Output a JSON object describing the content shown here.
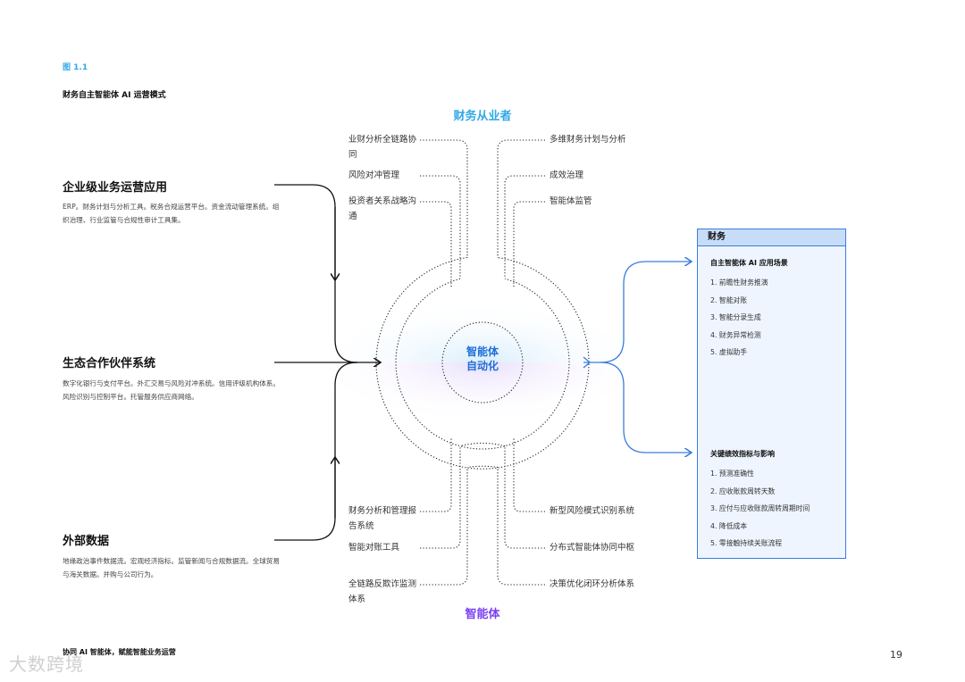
{
  "figure": {
    "number": "图 1.1",
    "title": "财务自主智能体 AI 运营模式"
  },
  "diagram": {
    "top_label": "财务从业者",
    "bottom_label": "智能体",
    "center_label": [
      "智能体",
      "自动化"
    ],
    "left_sections": [
      {
        "title": "企业级业务运营应用",
        "description": "ERP。财务计划与分析工具。税务合规运营平台。资金流动管理系统。组织治理、行业监管与合规性审计工具集。"
      },
      {
        "title": "生态合作伙伴系统",
        "description": "数字化银行与支付平台。外汇交易与风险对冲系统。信用评级机构体系。风险识别与控制平台。托管服务供应商网络。"
      },
      {
        "title": "外部数据",
        "description": "地缘政治事件数据流。宏观经济指标。监管新闻与合规数据流。全球贸易与海关数据。并购与公司行为。"
      }
    ],
    "top_left_items": [
      "业财分析全链路协同",
      "风险对冲管理",
      "投资者关系战略沟通"
    ],
    "top_right_items": [
      "多维财务计划与分析",
      "成效治理",
      "智能体监管"
    ],
    "bottom_left_items": [
      "财务分析和管理报告系统",
      "智能对账工具",
      "全链路反欺诈监测体系"
    ],
    "bottom_right_items": [
      "新型风险模式识别系统",
      "分布式智能体协同中枢",
      "决策优化闭环分析体系"
    ]
  },
  "panel": {
    "header": "财务",
    "scenarios_title": "自主智能体 AI 应用场景",
    "scenarios": [
      "1.  前瞻性财务推演",
      "2.  智能对账",
      "3.  智能分录生成",
      "4.  财务异常检测",
      "5.  虚拟助手"
    ],
    "kpi_title": "关键绩效指标与影响",
    "kpis": [
      "1.  预测准确性",
      "2.  应收账款周转天数",
      "3.  应付与应收账款周转周期时间",
      "4.  降低成本",
      "5.  零接触持续关账流程"
    ]
  },
  "footer": {
    "text": "协同 AI 智能体，赋能智能业务运营",
    "page": "19",
    "watermark": "大数跨境"
  },
  "colors": {
    "accent_blue": "#2fa8e8",
    "accent_purple": "#7b3ff2",
    "arrow_blue": "#3b7ddd",
    "panel_bg": "#eef5ff"
  }
}
